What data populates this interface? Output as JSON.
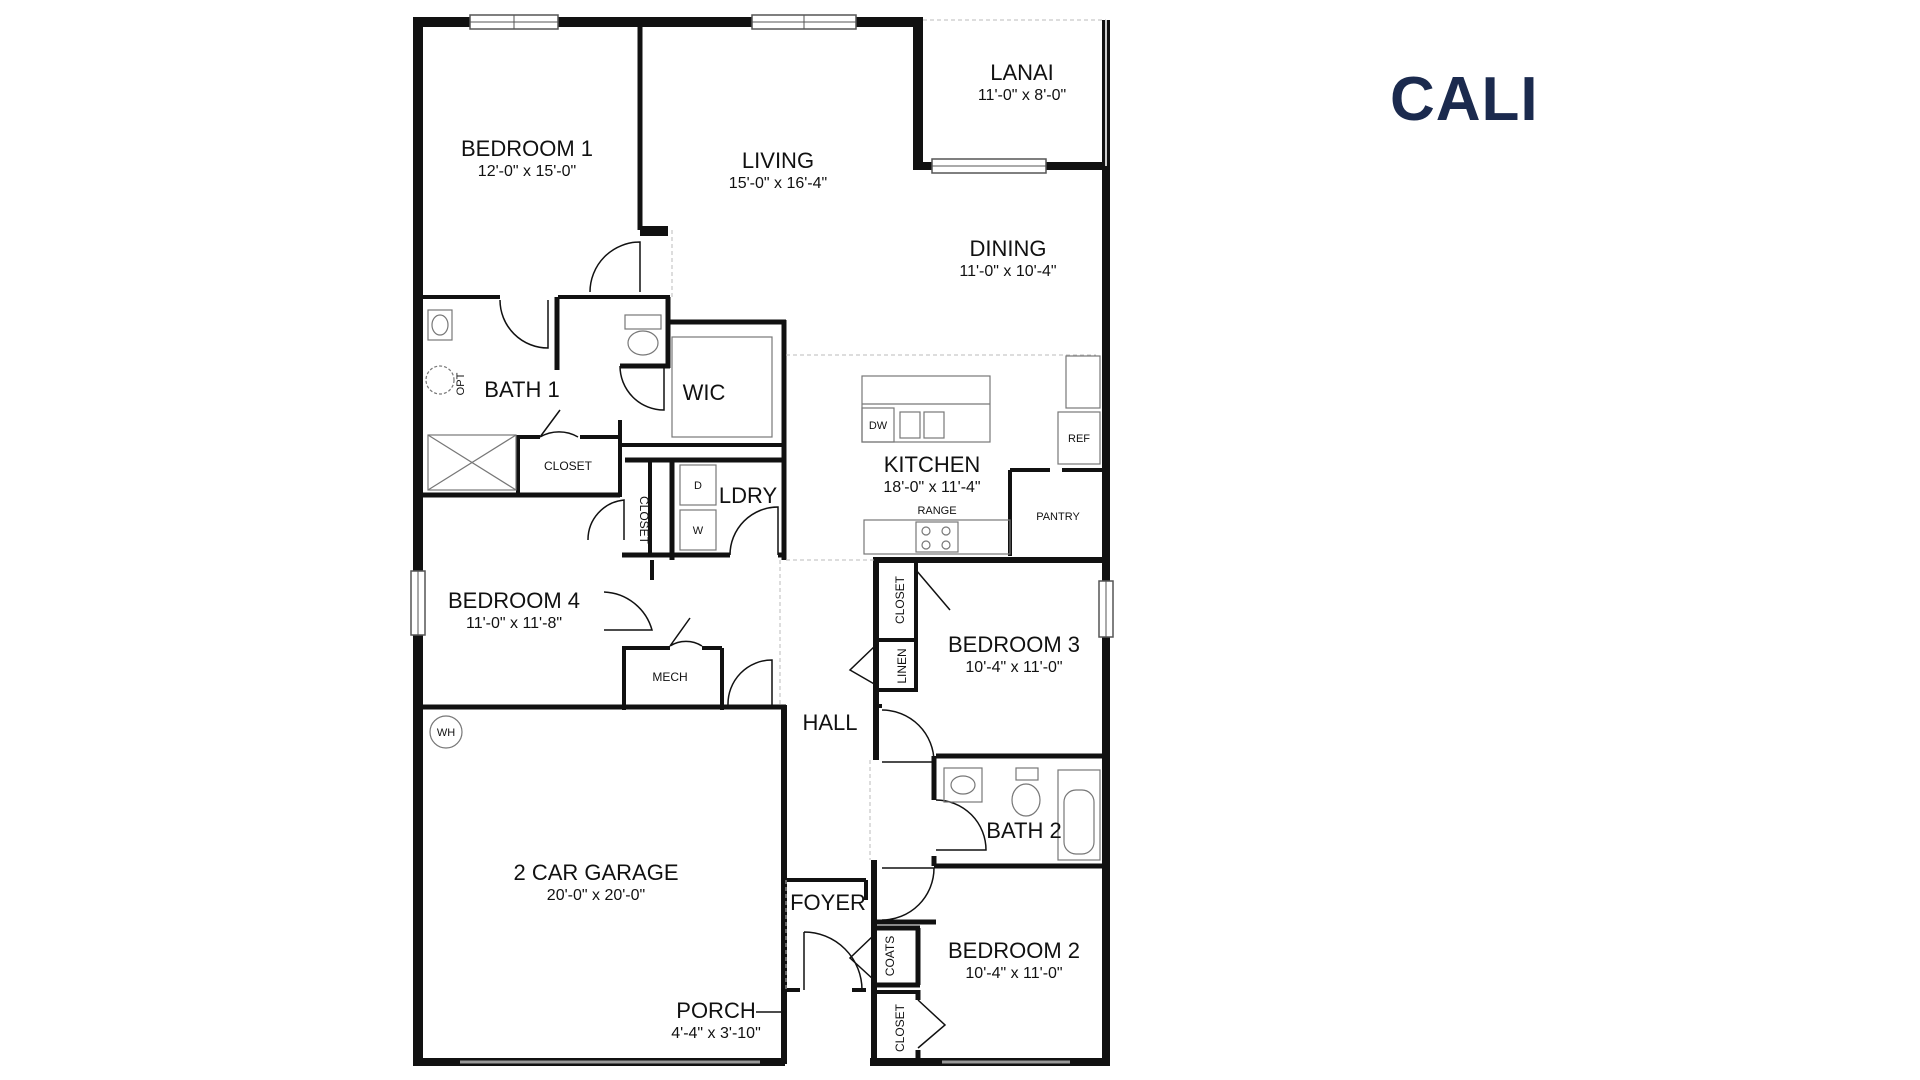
{
  "plan_name": "CALI",
  "brand_color": "#1b2a4e",
  "rooms": {
    "bedroom1": {
      "name": "BEDROOM 1",
      "dims": "12'-0\" x 15'-0\""
    },
    "living": {
      "name": "LIVING",
      "dims": "15'-0\" x 16'-4\""
    },
    "lanai": {
      "name": "LANAI",
      "dims": "11'-0\" x 8'-0\""
    },
    "dining": {
      "name": "DINING",
      "dims": "11'-0\" x 10'-4\""
    },
    "bath1": {
      "name": "BATH 1"
    },
    "wic": {
      "name": "WIC"
    },
    "kitchen": {
      "name": "KITCHEN",
      "dims": "18'-0\" x 11'-4\""
    },
    "ldry": {
      "name": "LDRY"
    },
    "bedroom4": {
      "name": "BEDROOM 4",
      "dims": "11'-0\" x 11'-8\""
    },
    "bedroom3": {
      "name": "BEDROOM 3",
      "dims": "10'-4\" x 11'-0\""
    },
    "hall": {
      "name": "HALL"
    },
    "bath2": {
      "name": "BATH 2"
    },
    "garage": {
      "name": "2 CAR GARAGE",
      "dims": "20'-0\" x 20'-0\""
    },
    "foyer": {
      "name": "FOYER"
    },
    "bedroom2": {
      "name": "BEDROOM 2",
      "dims": "10'-4\" x 11'-0\""
    },
    "porch": {
      "name": "PORCH",
      "dims": "4'-4\" x 3'-10\""
    }
  },
  "small_labels": {
    "closet_bath1": "CLOSET",
    "closet_vertical": "CLOSET",
    "closet_bed3": "CLOSET",
    "closet_bed2": "CLOSET",
    "linen": "LINEN",
    "coats": "COATS",
    "mech": "MECH",
    "wh": "WH",
    "opt": "OPT",
    "dw": "DW",
    "ref": "REF",
    "pantry": "PANTRY",
    "range": "RANGE",
    "dryer": "D",
    "washer": "W"
  }
}
